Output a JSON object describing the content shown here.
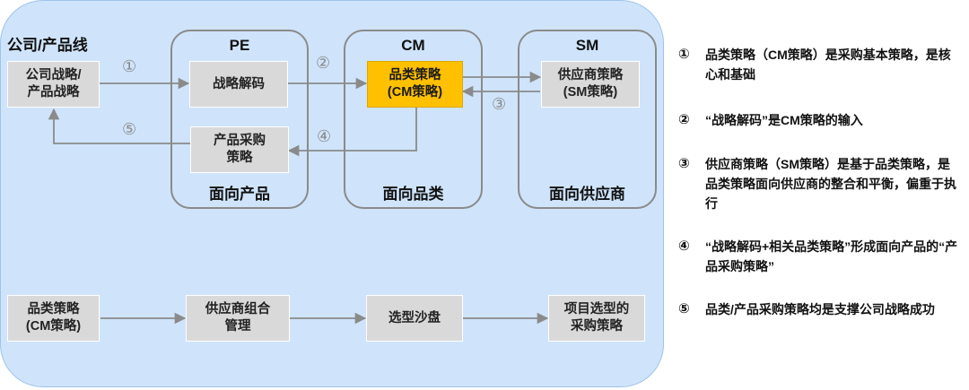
{
  "company_label": "公司/产品线",
  "groups": {
    "pe": {
      "title": "PE",
      "footer": "面向产品"
    },
    "cm": {
      "title": "CM",
      "footer": "面向品类"
    },
    "sm": {
      "title": "SM",
      "footer": "面向供应商"
    }
  },
  "boxes": {
    "company_strategy": "公司战略/\n产品战略",
    "strategy_decode": "战略解码",
    "category_strategy": "品类策略\n(CM策略)",
    "supplier_strategy": "供应商策略\n(SM策略)",
    "product_procurement": "产品采购\n策略"
  },
  "steps": [
    "①",
    "②",
    "③",
    "④",
    "⑤"
  ],
  "bottom_flow": [
    "品类策略\n(CM策略)",
    "供应商组合\n管理",
    "选型沙盘",
    "项目选型的\n采购策略"
  ],
  "notes": [
    {
      "num": "①",
      "text": "品类策略（CM策略）是采购基本策略，是核心和基础"
    },
    {
      "num": "②",
      "text": "“战略解码”是CM策略的输入"
    },
    {
      "num": "③",
      "text": "供应商策略（SM策略）是基于品类策略，是品类策略面向供应商的整合和平衡，偏重于执行"
    },
    {
      "num": "④",
      "text": "“战略解码+相关品类策略”形成面向产品的“产品采购策略”"
    },
    {
      "num": "⑤",
      "text": "品类/产品采购策略均是支撑公司战略成功"
    }
  ],
  "colors": {
    "panel": "#cfe4fb",
    "box": "#d9d9d9",
    "highlight": "#ffc000",
    "arrow": "#8a8a8a"
  }
}
